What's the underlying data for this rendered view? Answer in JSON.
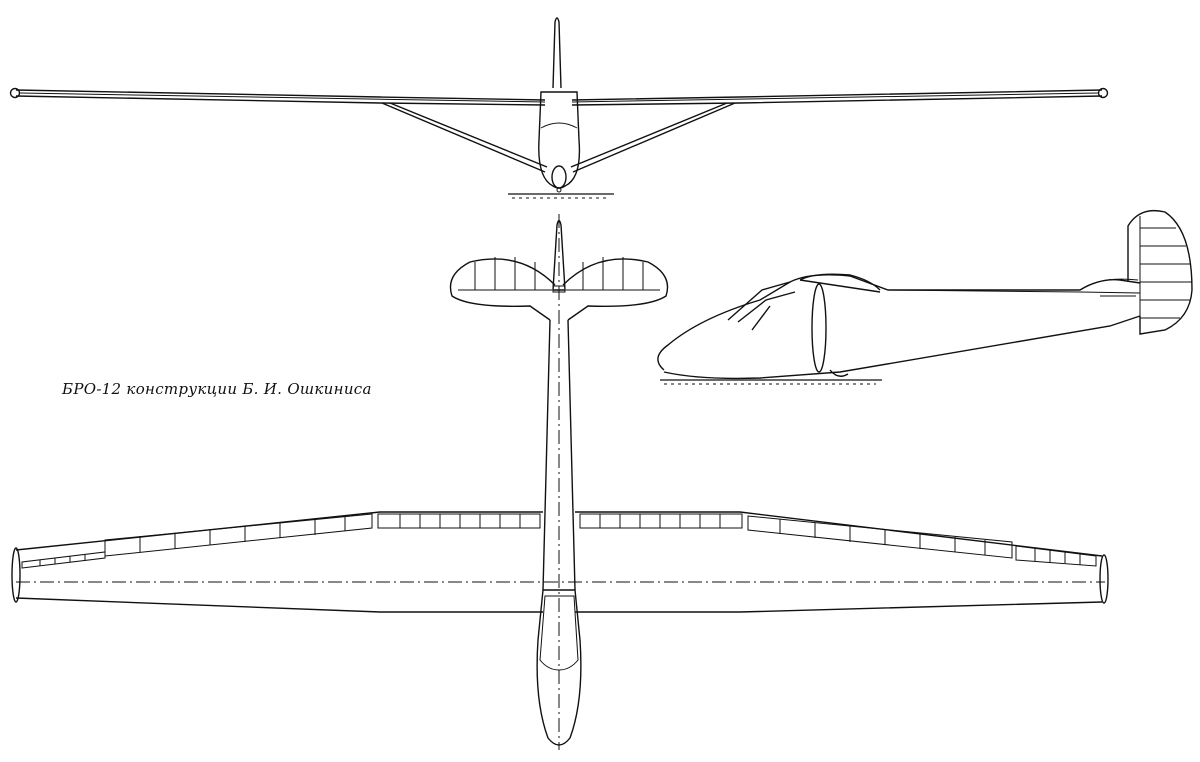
{
  "caption": "БРО-12 конструкции Б. И. Ошкиниса",
  "aircraft": "БРО-12",
  "views": [
    "front",
    "side",
    "top"
  ],
  "colors": {
    "ink": "#111111",
    "paper": "#ffffff"
  }
}
